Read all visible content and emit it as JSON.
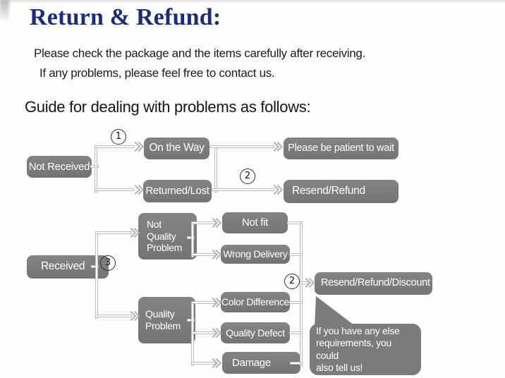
{
  "header": {
    "title": "Return & Refund:",
    "line1": "Please check the package and the items carefully after receiving.",
    "line2": "If any problems, please feel free to contact us.",
    "guide": "Guide for dealing with problems as follows:"
  },
  "flow": {
    "markers": {
      "one": "1",
      "two": "2",
      "three": "3"
    },
    "nodes": {
      "not_received": "Not Received",
      "on_the_way": "On the Way",
      "returned_lost": "Returned/Lost",
      "please_wait": "Please be patient to wait",
      "resend_refund": "Resend/Refund",
      "received": "Received",
      "not_quality_problem": "Not\nQuality\nProblem",
      "not_fit": "Not fit",
      "wrong_delivery": "Wrong Delivery",
      "quality_problem": "Quality\nProblem",
      "color_difference": "Color Difference",
      "quality_defect": "Quality Defect",
      "damage": "Damage",
      "resend_refund_discount": "Resend/Refund/Discount"
    },
    "callout": "If you have any else\nrequirements, you could\nalso tell us!"
  },
  "colors": {
    "title": "#1c2b7b",
    "box_bg": "#7b7b7b",
    "box_text": "#ffffff",
    "line": "#bdbdbd",
    "body_text": "#1b1b1b"
  }
}
